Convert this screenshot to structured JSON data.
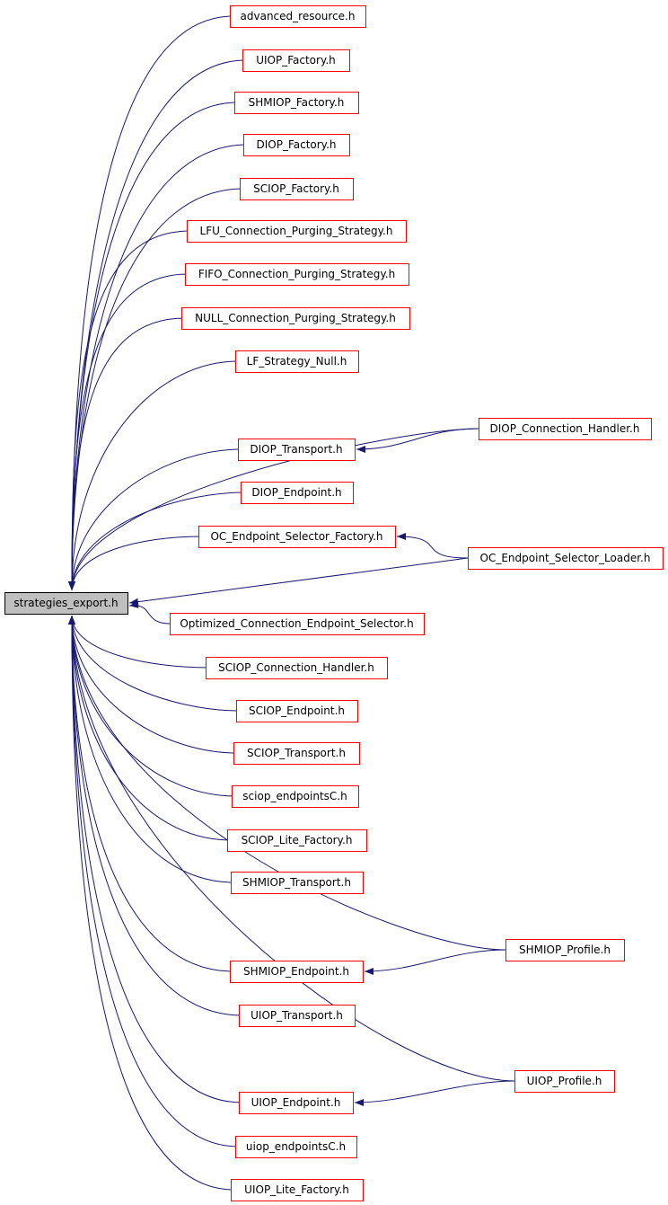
{
  "colors": {
    "edge": "#191970",
    "node_border": "#ff0000",
    "root_border": "#000000",
    "root_fill": "#bfbfbf",
    "node_fill": "#ffffff"
  },
  "root": {
    "id": "root",
    "label": "strategies_export.h"
  },
  "nodes": [
    {
      "id": "n1",
      "label": "advanced_resource.h"
    },
    {
      "id": "n2",
      "label": "UIOP_Factory.h"
    },
    {
      "id": "n3",
      "label": "SHMIOP_Factory.h"
    },
    {
      "id": "n4",
      "label": "DIOP_Factory.h"
    },
    {
      "id": "n5",
      "label": "SCIOP_Factory.h"
    },
    {
      "id": "n6",
      "label": "LFU_Connection_Purging_Strategy.h"
    },
    {
      "id": "n7",
      "label": "FIFO_Connection_Purging_Strategy.h"
    },
    {
      "id": "n8",
      "label": "NULL_Connection_Purging_Strategy.h"
    },
    {
      "id": "n9",
      "label": "LF_Strategy_Null.h"
    },
    {
      "id": "n10",
      "label": "DIOP_Connection_Handler.h"
    },
    {
      "id": "n11",
      "label": "DIOP_Transport.h"
    },
    {
      "id": "n12",
      "label": "DIOP_Endpoint.h"
    },
    {
      "id": "n13",
      "label": "OC_Endpoint_Selector_Factory.h"
    },
    {
      "id": "n14",
      "label": "OC_Endpoint_Selector_Loader.h"
    },
    {
      "id": "n15",
      "label": "Optimized_Connection_Endpoint_Selector.h"
    },
    {
      "id": "n16",
      "label": "SCIOP_Connection_Handler.h"
    },
    {
      "id": "n17",
      "label": "SCIOP_Endpoint.h"
    },
    {
      "id": "n18",
      "label": "SCIOP_Transport.h"
    },
    {
      "id": "n19",
      "label": "sciop_endpointsC.h"
    },
    {
      "id": "n20",
      "label": "SCIOP_Lite_Factory.h"
    },
    {
      "id": "n21",
      "label": "SHMIOP_Transport.h"
    },
    {
      "id": "n22",
      "label": "SHMIOP_Profile.h"
    },
    {
      "id": "n23",
      "label": "SHMIOP_Endpoint.h"
    },
    {
      "id": "n24",
      "label": "UIOP_Transport.h"
    },
    {
      "id": "n25",
      "label": "UIOP_Profile.h"
    },
    {
      "id": "n26",
      "label": "UIOP_Endpoint.h"
    },
    {
      "id": "n27",
      "label": "uiop_endpointsC.h"
    },
    {
      "id": "n28",
      "label": "UIOP_Lite_Factory.h"
    }
  ],
  "edges": [
    {
      "from": "n1",
      "to": "root"
    },
    {
      "from": "n2",
      "to": "root"
    },
    {
      "from": "n3",
      "to": "root"
    },
    {
      "from": "n4",
      "to": "root"
    },
    {
      "from": "n5",
      "to": "root"
    },
    {
      "from": "n6",
      "to": "root"
    },
    {
      "from": "n7",
      "to": "root"
    },
    {
      "from": "n8",
      "to": "root"
    },
    {
      "from": "n9",
      "to": "root"
    },
    {
      "from": "n10",
      "to": "root"
    },
    {
      "from": "n10",
      "to": "n11"
    },
    {
      "from": "n11",
      "to": "root"
    },
    {
      "from": "n12",
      "to": "root"
    },
    {
      "from": "n13",
      "to": "root"
    },
    {
      "from": "n14",
      "to": "n13"
    },
    {
      "from": "n14",
      "to": "root"
    },
    {
      "from": "n15",
      "to": "root"
    },
    {
      "from": "n16",
      "to": "root"
    },
    {
      "from": "n17",
      "to": "root"
    },
    {
      "from": "n18",
      "to": "root"
    },
    {
      "from": "n19",
      "to": "root"
    },
    {
      "from": "n20",
      "to": "root"
    },
    {
      "from": "n21",
      "to": "root"
    },
    {
      "from": "n22",
      "to": "root"
    },
    {
      "from": "n22",
      "to": "n23"
    },
    {
      "from": "n23",
      "to": "root"
    },
    {
      "from": "n24",
      "to": "root"
    },
    {
      "from": "n25",
      "to": "root"
    },
    {
      "from": "n25",
      "to": "n26"
    },
    {
      "from": "n26",
      "to": "root"
    },
    {
      "from": "n27",
      "to": "root"
    },
    {
      "from": "n28",
      "to": "root"
    }
  ]
}
